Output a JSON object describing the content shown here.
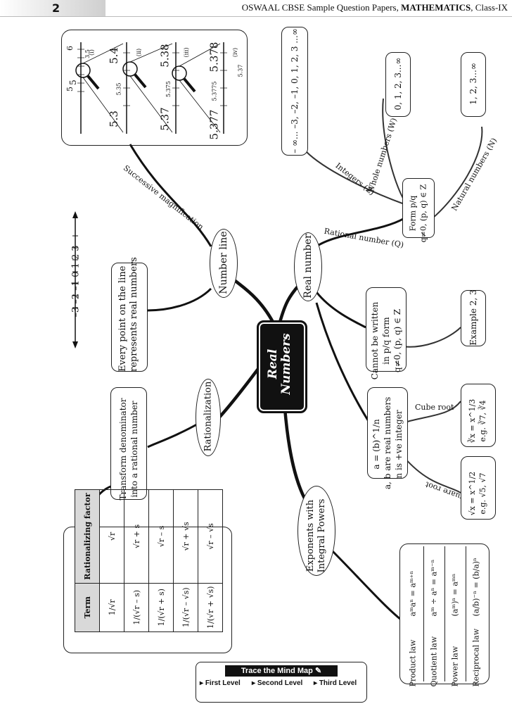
{
  "header": {
    "page_number": "2",
    "title_prefix": "OSWAAL CBSE Sample Question Papers, ",
    "title_bold": "MATHEMATICS",
    "title_suffix": ", Class-IX"
  },
  "center": {
    "line1": "Real",
    "line2": "Numbers"
  },
  "nodes": {
    "number_line": "Number line",
    "real_number": "Real number",
    "rationalization": "Rationalization",
    "exponents_line1": "Exponents with",
    "exponents_line2": "Integral Powers"
  },
  "branch_labels": {
    "successive_magnification": "Successive magnification",
    "rational_number": "Rational number (Q)",
    "integers": "Integers (Z)",
    "whole_numbers": "Whole numbers (W)",
    "natural_numbers": "Natural numbers (N)",
    "cube_root": "Cube root",
    "square_root": "Square root"
  },
  "boxes": {
    "every_point_1": "Every point on the line",
    "every_point_2": "represents real numbers",
    "integers_set": "– ∞... –3, –2, –1, 0, 1, 2, 3 ...∞",
    "whole_set": "0, 1, 2, 3...∞",
    "natural_set": "1, 2, 3...∞",
    "form_1": "Form p/q",
    "form_2": "q≠0, (p, q) ∈ Z",
    "irrational_1": "Cannot be written",
    "irrational_2": "in p/q form",
    "irrational_3": "q≠0, (p, q) ∈ Z",
    "example": "Example 2, 3",
    "exponent_1": "a = (b)^1/n",
    "exponent_2": "a, b are real numbers",
    "exponent_3": "n is +ve integer",
    "cube_root_1": "∛x = x^1/3",
    "cube_root_2": "e.g. ∛7, ∛4",
    "square_root_1": "√x = x^1/2",
    "square_root_2": "e.g. √5, √7",
    "transform_1": "Transform denominator",
    "transform_2": "into a rational number"
  },
  "number_line_ticks": "–3 –2 –1 0 1 2 3",
  "magnification": {
    "labels": [
      "5",
      "5.3",
      "5.4",
      "5.37",
      "5.38",
      "5.377",
      "5.378",
      "6",
      "3.5",
      "5.35",
      "5.375",
      "5.3775",
      "5.37"
    ],
    "romans": [
      "(i)",
      "(ii)",
      "(iii)",
      "(iv)"
    ]
  },
  "rationalizing_table": {
    "headers": [
      "Term",
      "Rationalizing factor"
    ],
    "rows": [
      [
        "1/√r",
        "√r"
      ],
      [
        "1/(√r – s)",
        "√r + s"
      ],
      [
        "1/(√r + s)",
        "√r – s"
      ],
      [
        "1/(√r – √s)",
        "√r + √s"
      ],
      [
        "1/(√r + √s)",
        "√r – √s"
      ]
    ]
  },
  "laws": [
    {
      "name": "Product law",
      "formula": "aᵐaⁿ = aᵐ⁺ⁿ"
    },
    {
      "name": "Quotient law",
      "formula": "aᵐ ÷ aⁿ = aᵐ⁻ⁿ"
    },
    {
      "name": "Power law",
      "formula": "(aᵐ)ⁿ = aᵐⁿ"
    },
    {
      "name": "Reciprocal law",
      "formula": "(a/b)⁻ⁿ = (b/a)ⁿ"
    }
  ],
  "legend": {
    "title": "Trace the  Mind Map",
    "first": "First Level",
    "second": "Second Level",
    "third": "Third Level"
  }
}
